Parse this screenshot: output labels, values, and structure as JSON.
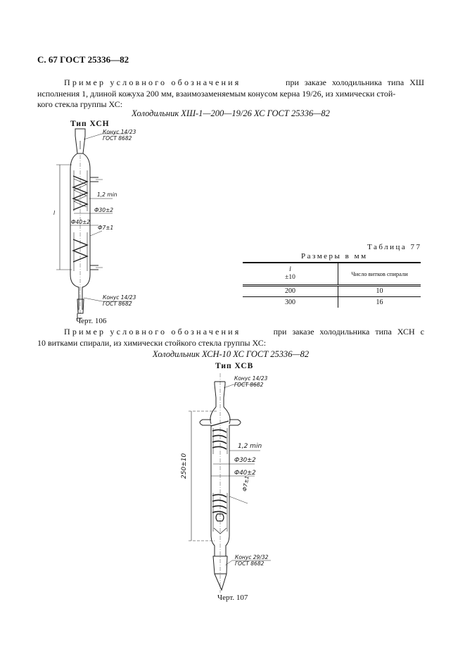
{
  "header": {
    "page_ref": "С. 67 ГОСТ 25336—82"
  },
  "example1": {
    "lead": "Пример условного обозначения",
    "line1_rest": "при заказе холодильника типа ХШ",
    "line2": "исполнения 1, длиной кожуха 200 мм, взаимозаменяемым конусом керна 19/26, из химически стой-",
    "line3": "кого стекла группы ХС:",
    "designation": "Холодильник ХШ-1—200—19/26 ХС ГОСТ 25336—82"
  },
  "figure106": {
    "type_title": "Тип ХСН",
    "caption": "Черт. 106",
    "labels": {
      "cone_top_1": "Конус 14/23",
      "cone_top_2": "ГОСТ 8682",
      "min_wall": "1,2 min",
      "d30": "Ф30±2",
      "d40": "Ф40±2",
      "d7": "Ф7±1",
      "cone_bot_1": "Конус 14/23",
      "cone_bot_2": "ГОСТ 8682",
      "length": "l"
    }
  },
  "table77": {
    "title": "Таблица 77",
    "subtitle": "Размеры в мм",
    "columns": [
      {
        "line1": "l",
        "line2": "±10"
      },
      {
        "line1": "Число витков спирали"
      }
    ],
    "rows": [
      [
        "200",
        "10"
      ],
      [
        "300",
        "16"
      ]
    ]
  },
  "example2": {
    "lead": "Пример условного обозначения",
    "line1_rest": "при заказе холодильника типа ХСН с",
    "line2": "10 витками спирали, из химически стойкого стекла группы ХС:",
    "designation": "Холодильник ХСН-10 ХС ГОСТ 25336—82"
  },
  "figure107": {
    "type_title": "Тип ХСВ",
    "caption": "Черт. 107",
    "labels": {
      "cone_top_1": "Конус 14/23",
      "cone_top_2": "ГОСТ 8682",
      "min_wall": "1,2 min",
      "d30": "Ф30±2",
      "d40": "Ф40±2",
      "d7": "Ф7±1",
      "length": "250±10",
      "cone_bot_1": "Конус 29/32",
      "cone_bot_2": "ГОСТ 8682"
    }
  }
}
